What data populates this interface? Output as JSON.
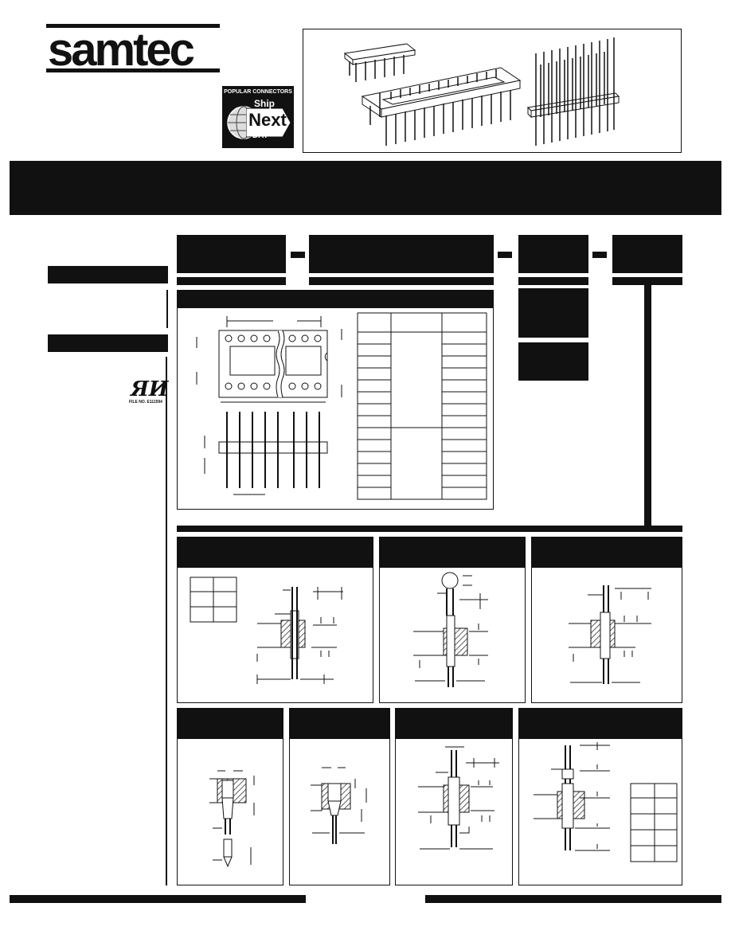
{
  "header": {
    "logo_text": "samtec",
    "badge": {
      "line1": "POPULAR CONNECTORS",
      "line2": "Ship",
      "line3": "Next",
      "line4": "DAY"
    }
  },
  "certification": {
    "mark": "ЯИ",
    "file": "FILE NO. E111594"
  },
  "colors": {
    "ink": "#111111",
    "paper": "#ffffff",
    "hatch": "#333333"
  }
}
